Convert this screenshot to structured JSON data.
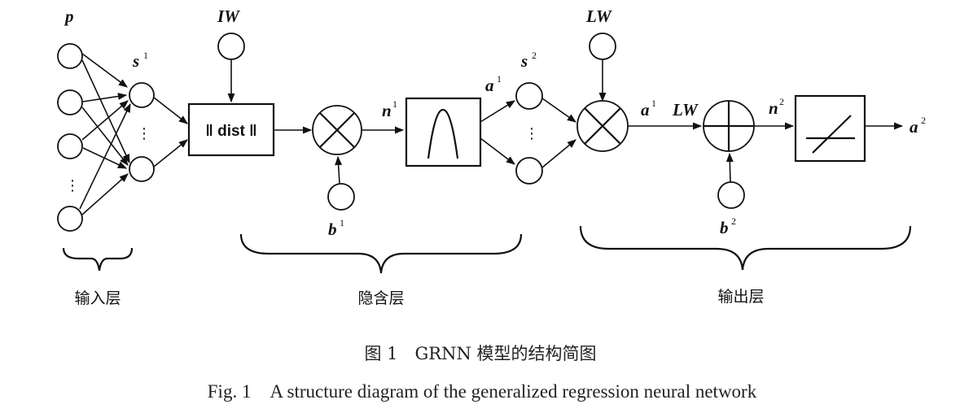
{
  "labels": {
    "p": "p",
    "s1": "s",
    "s1_sup": "1",
    "iw": "IW",
    "dist": "‖ dist ‖",
    "n1": "n",
    "n1_sup": "1",
    "a1_top": "a",
    "a1_top_sup": "1",
    "s2": "s",
    "s2_sup": "2",
    "lw_top": "LW",
    "a1_mid": "a",
    "a1_mid_sup": "1",
    "lw_mid": "LW",
    "n2": "n",
    "n2_sup": "2",
    "a2": "a",
    "a2_sup": "2",
    "b1": "b",
    "b1_sup": "1",
    "b2": "b",
    "b2_sup": "2",
    "ellipsis": "⋮"
  },
  "groups": {
    "input_layer": "输入层",
    "hidden_layer": "隐含层",
    "output_layer": "输出层"
  },
  "caption": {
    "cn": "图 1　GRNN 模型的结构简图",
    "en": "Fig. 1　A structure diagram of the generalized regression neural network"
  }
}
